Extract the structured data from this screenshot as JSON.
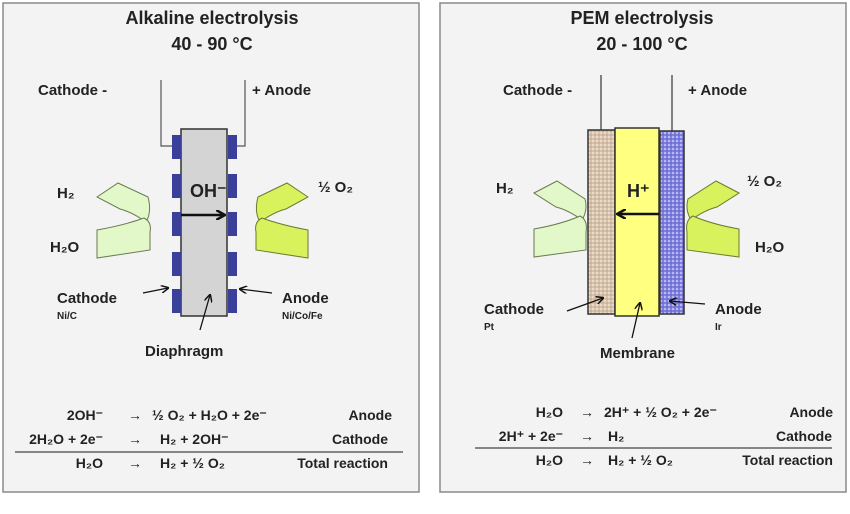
{
  "colors": {
    "panel_bg": "#f3f3f3",
    "panel_border": "#8a8a8a",
    "electrode_blue": "#3a3f9a",
    "diaphragm_gray": "#d4d4d4",
    "membrane_yellow": "#ffff80",
    "pem_cathode": "#d9c2aa",
    "pem_anode": "#7f7fe0",
    "h2_scroll": "#e2f8c8",
    "o2_scroll": "#d8f25e"
  },
  "alkaline": {
    "title": "Alkaline electrolysis",
    "temperature": "40 - 90 °C",
    "cathode_terminal": "Cathode -",
    "anode_terminal": "+ Anode",
    "ion": "OH⁻",
    "h2": "H₂",
    "h2o": "H₂O",
    "o2": "½ O₂",
    "cathode_label": "Cathode",
    "cathode_material": "Ni/C",
    "anode_label": "Anode",
    "anode_material": "Ni/Co/Fe",
    "separator_label": "Diaphragm",
    "equations": [
      {
        "left": "2OH⁻",
        "arrow": "→",
        "right": "½ O₂ + H₂O + 2e⁻",
        "label": "Anode"
      },
      {
        "left": "2H₂O + 2e⁻",
        "arrow": "→",
        "right": "H₂ + 2OH⁻",
        "label": "Cathode"
      },
      {
        "left": "H₂O",
        "arrow": "→",
        "right": "H₂ + ½ O₂",
        "label": "Total reaction"
      }
    ]
  },
  "pem": {
    "title": "PEM electrolysis",
    "temperature": "20 - 100 °C",
    "cathode_terminal": "Cathode -",
    "anode_terminal": "+ Anode",
    "ion": "H⁺",
    "h2": "H₂",
    "h2o": "H₂O",
    "o2": "½ O₂",
    "cathode_label": "Cathode",
    "cathode_material": "Pt",
    "anode_label": "Anode",
    "anode_material": "Ir",
    "separator_label": "Membrane",
    "equations": [
      {
        "left": "H₂O",
        "arrow": "→",
        "right": "2H⁺ + ½ O₂ + 2e⁻",
        "label": "Anode"
      },
      {
        "left": "2H⁺ + 2e⁻",
        "arrow": "→",
        "right": "H₂",
        "label": "Cathode"
      },
      {
        "left": "H₂O",
        "arrow": "→",
        "right": "H₂ + ½ O₂",
        "label": "Total reaction"
      }
    ]
  }
}
